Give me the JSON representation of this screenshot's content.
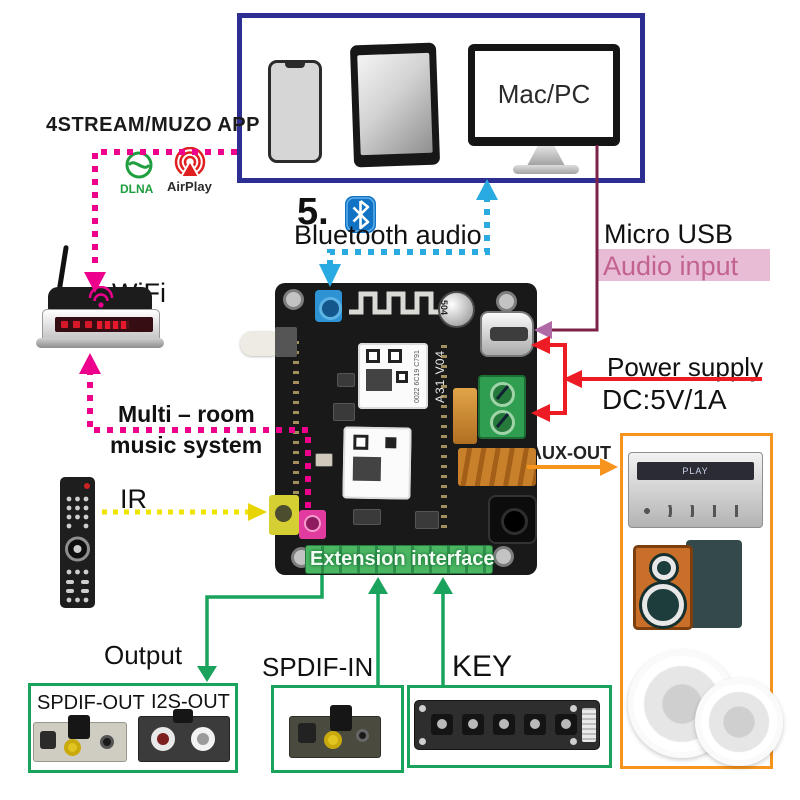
{
  "devices_box": {
    "mac_pc": "Mac/PC"
  },
  "app": {
    "label": "4STREAM/MUZO APP",
    "dlna": "DLNA",
    "airplay": "AirPlay"
  },
  "bluetooth": {
    "version": "5.",
    "label": "Bluetooth audio"
  },
  "usb": {
    "label": "Micro USB",
    "sub": "Audio input"
  },
  "power": {
    "label": "Power supply",
    "spec": "DC:5V/1A"
  },
  "network": {
    "wifi": "WiFi",
    "multiroom1": "Multi – room",
    "multiroom2": "music system"
  },
  "remote": {
    "label": "IR"
  },
  "board": {
    "extension": "Extension interface",
    "module": "A31 V04",
    "module_code": "0022 6C19 C791",
    "capacitor": "504"
  },
  "aux": {
    "label": "AUX-OUT"
  },
  "bottom": {
    "output": "Output",
    "spdif_out": "SPDIF-OUT",
    "i2s_out": "I2S-OUT",
    "spdif_in": "SPDIF-IN",
    "key": "KEY"
  },
  "sink": {
    "amp_display": "PLAY"
  },
  "colors": {
    "box_border_navy": "#2d2e92",
    "magenta": "#ec008c",
    "cyan": "#29abe2",
    "red": "#ed1c24",
    "orange": "#f7941d",
    "green": "#19a35c",
    "yellow": "#efe400",
    "purple_line": "#7d2248",
    "purple_arrow": "#b06aa5",
    "pink_highlight": "#e9bcd6",
    "rose_text": "#c2638f",
    "dlna_green": "#1e9e3e",
    "airplay_red": "#e02020"
  }
}
